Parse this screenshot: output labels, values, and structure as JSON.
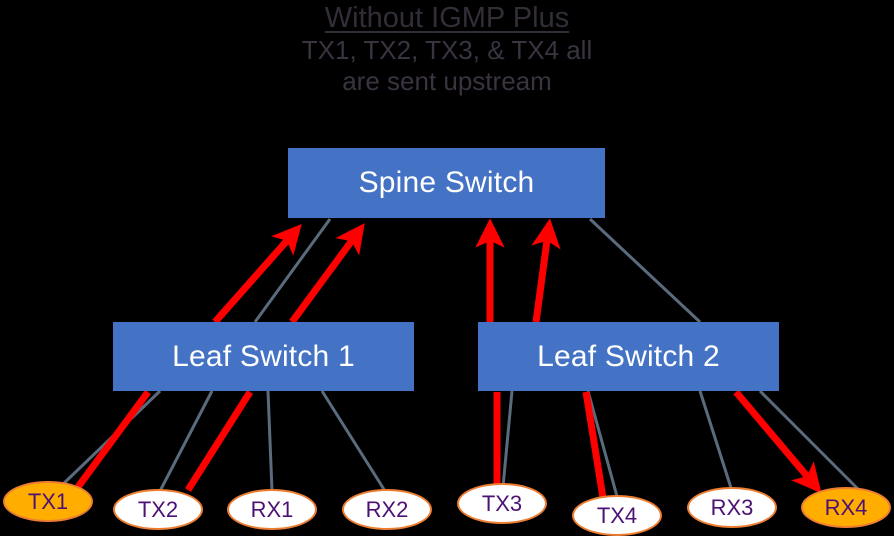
{
  "title": {
    "heading": "Without IGMP Plus",
    "subtitle_line_1": "TX1, TX2, TX3, & TX4 all",
    "subtitle_line_2": "are sent upstream"
  },
  "colors": {
    "background": "#000000",
    "switch_fill": "#4472C4",
    "switch_text": "#FFFFFF",
    "endpoint_border": "#ED7D31",
    "endpoint_fill_inactive": "#FFFFFF",
    "endpoint_fill_active": "#FFAE00",
    "endpoint_text": "#4B1273",
    "link_normal": "#5A6B7D",
    "link_traffic": "#FF0000",
    "title_text": "#332D38"
  },
  "switches": {
    "spine": {
      "label": "Spine Switch"
    },
    "leaf1": {
      "label": "Leaf Switch 1"
    },
    "leaf2": {
      "label": "Leaf Switch 2"
    }
  },
  "endpoints": [
    {
      "id": "tx1",
      "label": "TX1",
      "state": "active",
      "parent": "leaf1"
    },
    {
      "id": "tx2",
      "label": "TX2",
      "state": "inactive",
      "parent": "leaf1"
    },
    {
      "id": "rx1",
      "label": "RX1",
      "state": "inactive",
      "parent": "leaf1"
    },
    {
      "id": "rx2",
      "label": "RX2",
      "state": "inactive",
      "parent": "leaf1"
    },
    {
      "id": "tx3",
      "label": "TX3",
      "state": "inactive",
      "parent": "leaf2"
    },
    {
      "id": "tx4",
      "label": "TX4",
      "state": "inactive",
      "parent": "leaf2"
    },
    {
      "id": "rx3",
      "label": "RX3",
      "state": "inactive",
      "parent": "leaf2"
    },
    {
      "id": "rx4",
      "label": "RX4",
      "state": "active",
      "parent": "leaf2"
    }
  ],
  "links": {
    "traffic_flows": [
      {
        "from": "tx1",
        "to": "leaf1",
        "kind": "traffic"
      },
      {
        "from": "tx2",
        "to": "leaf1",
        "kind": "traffic"
      },
      {
        "from": "leaf1",
        "to": "spine",
        "kind": "traffic-arrow"
      },
      {
        "from": "leaf1",
        "to": "spine",
        "kind": "traffic-arrow"
      },
      {
        "from": "tx3",
        "to": "leaf2",
        "kind": "traffic"
      },
      {
        "from": "tx4",
        "to": "leaf2",
        "kind": "traffic"
      },
      {
        "from": "leaf2",
        "to": "spine",
        "kind": "traffic-arrow"
      },
      {
        "from": "leaf2",
        "to": "spine",
        "kind": "traffic-arrow"
      },
      {
        "from": "leaf2",
        "to": "rx4",
        "kind": "traffic-arrow"
      }
    ],
    "idle_links": [
      {
        "from": "tx1",
        "to": "leaf1"
      },
      {
        "from": "tx2",
        "to": "leaf1"
      },
      {
        "from": "rx1",
        "to": "leaf1"
      },
      {
        "from": "rx2",
        "to": "leaf1"
      },
      {
        "from": "leaf1",
        "to": "spine"
      },
      {
        "from": "tx3",
        "to": "leaf2"
      },
      {
        "from": "tx4",
        "to": "leaf2"
      },
      {
        "from": "rx3",
        "to": "leaf2"
      },
      {
        "from": "rx4",
        "to": "leaf2"
      },
      {
        "from": "leaf2",
        "to": "spine"
      }
    ]
  }
}
